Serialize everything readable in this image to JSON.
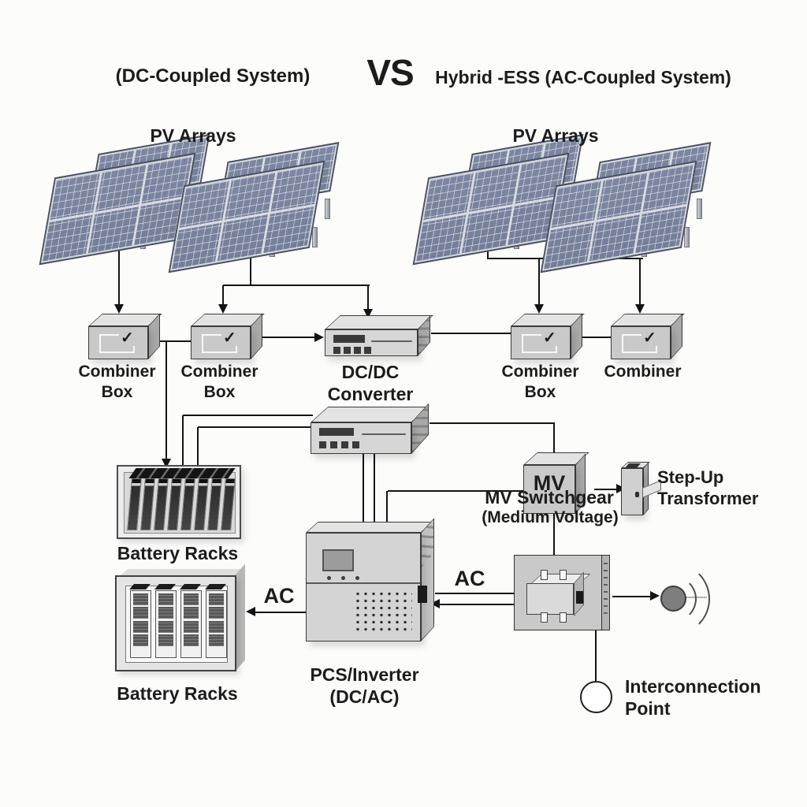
{
  "header": {
    "left_title": "(DC-Coupled System)",
    "vs_label": "VS",
    "right_title": "Hybrid -ESS (AC-Coupled System)"
  },
  "dc_system": {
    "pv_arrays_label": "PV Arrays",
    "combiner_box_1_label": {
      "line1": "Combiner",
      "line2": "Box"
    },
    "combiner_box_2_label": {
      "line1": "Combiner",
      "line2": "Box"
    },
    "dcdc_converter_label": {
      "line1": "DC/DC",
      "line2": "Converter"
    },
    "battery_rack_top_label": "Battery Racks",
    "battery_rack_bottom_label": "Battery Racks",
    "pcs_inverter_label": {
      "line1": "PCS/Inverter",
      "line2": "(DC/AC)"
    },
    "ac_to_battery_label": "AC"
  },
  "ac_system": {
    "pv_arrays_label": "PV Arrays",
    "combiner_box_label": {
      "line1": "Combiner",
      "line2": "Box"
    },
    "combiner_label": "Combiner",
    "mv_switchgear": {
      "box_text": "MV",
      "label": "MV Switchgear",
      "sublabel": "(Medium Voltage)"
    },
    "step_up_transformer_label": {
      "line1": "Step-Up",
      "line2": "Transformer"
    },
    "ac_to_switchgear_label": "AC",
    "interconnection_point_label": {
      "line1": "Interconnection",
      "line2": "Point"
    }
  },
  "icons": {
    "check_glyph": "✓"
  },
  "colors": {
    "background": "#fcfcfb",
    "line": "#141414",
    "text": "#1c1c1c",
    "box_face": "#c9c9c9",
    "box_top": "#e3e3e3",
    "box_side": "#a9a9a9",
    "panel_cell": "#7d87a2",
    "signal_fill": "#7e7e7e"
  }
}
